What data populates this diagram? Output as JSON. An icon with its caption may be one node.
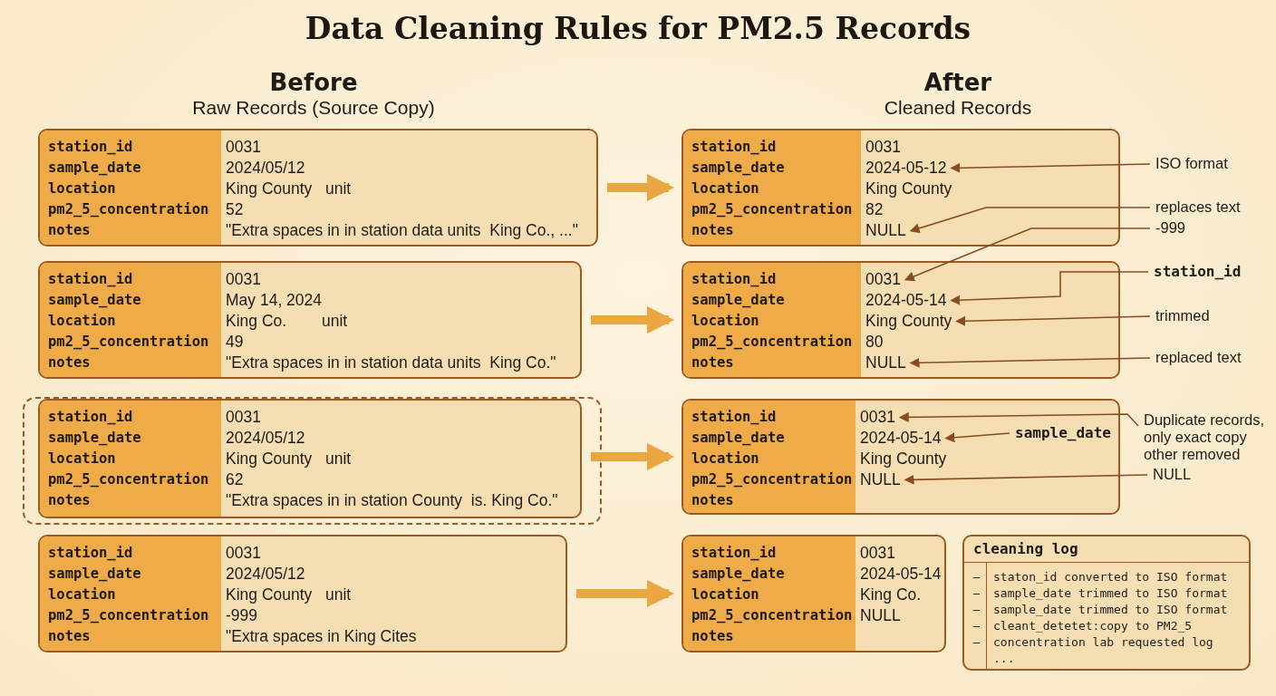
{
  "diagram": {
    "title": "Data Cleaning Rules for PM2.5 Records",
    "nodes": [
      {
        "text": [
          "station_id",
          "0031",
          "sample_date",
          "2024/05/12",
          "location",
          "King County   unit",
          "pm2_5_concentration",
          "52",
          "notes",
          "\"Extra spaces in in station data units  King Co., ...\""
        ]
      },
      {
        "text": [
          "station_id",
          "0031",
          "sample_date",
          "2024-05-12",
          "location",
          "King County",
          "pm2_5_concentration",
          "82",
          "notes",
          "NULL"
        ]
      },
      {
        "text": [
          "ISO format"
        ]
      },
      {
        "text": [
          "replaces text"
        ]
      },
      {
        "text": [
          "-999"
        ]
      },
      {
        "text": [
          "station_id",
          "0031",
          "sample_date",
          "May 14, 2024",
          "location",
          "King Co.        unit",
          "pm2_5_concentration",
          "49",
          "notes",
          "\"Extra spaces in in station data units  King Co.\""
        ]
      },
      {
        "text": [
          "station_id",
          "0031",
          "sample_date",
          "2024-05-14",
          "location",
          "King County",
          "pm2_5_concentration",
          "80",
          "notes",
          "NULL"
        ]
      },
      {
        "text": [
          "station_id"
        ]
      },
      {
        "text": [
          "trimmed"
        ]
      },
      {
        "text": [
          "replaced text"
        ]
      },
      {
        "text": [],
        "shape": "box"
      },
      {
        "text": [
          "station_id",
          "0031",
          "sample_date",
          "2024/05/12",
          "location",
          "King County   unit",
          "pm2_5_concentration",
          "62",
          "notes",
          "\"Extra spaces in in station County  is. King Co.\""
        ],
        "in": 10
      },
      {
        "text": [
          "station_id",
          "0031",
          "sample_date",
          "2024-05-14",
          "location",
          "King County",
          "pm2_5_concentration",
          "NULL",
          "notes"
        ]
      },
      {
        "text": [
          "Duplicate records, only exact copy other removed"
        ]
      },
      {
        "text": [
          "sample_date"
        ],
        "in": 12
      },
      {
        "text": [
          "NULL"
        ]
      },
      {
        "text": [
          "station_id",
          "0031",
          "sample_date",
          "2024/05/12",
          "location",
          "King County   unit",
          "pm2_5_concentration",
          "-999",
          "notes",
          "\"Extra spaces in King Cites"
        ]
      },
      {
        "text": [
          "station_id",
          "0031",
          "sample_date",
          "2024-05-14",
          "location",
          "King Co.",
          "pm2_5_concentration",
          "NULL",
          "notes"
        ]
      },
      {
        "text": [
          "cleaning log",
          "staton_id converted to ISO format",
          "sample_date trimmed to ISO format",
          "sample_date trimmed to ISO format",
          "cleant_detetet:copy to PM2_5",
          "concentration lab requested log",
          "..."
        ]
      }
    ],
    "edges": [
      {
        "from": 0,
        "to": 1,
        "arrow": "to",
        "style": "thick",
        "color": "#eaa640"
      },
      {
        "from": 2,
        "to": 1,
        "arrow": "to"
      },
      {
        "from": 3,
        "to": 1,
        "arrow": "to"
      },
      {
        "from": 4,
        "to": 6,
        "arrow": "to"
      },
      {
        "from": 5,
        "to": 6,
        "arrow": "to",
        "style": "thick",
        "color": "#eaa640"
      },
      {
        "from": 7,
        "to": 6,
        "arrow": "to"
      },
      {
        "from": 8,
        "to": 6,
        "arrow": "to"
      },
      {
        "from": 9,
        "to": 6,
        "arrow": "to"
      },
      {
        "from": 11,
        "to": 12,
        "arrow": "to",
        "style": "thick",
        "color": "#eaa640"
      },
      {
        "from": 13,
        "to": 12,
        "arrow": "to"
      },
      {
        "from": 14,
        "to": 12,
        "arrow": "to"
      },
      {
        "from": 15,
        "to": 12,
        "arrow": "to"
      },
      {
        "from": 16,
        "to": 17,
        "arrow": "to",
        "style": "thick",
        "color": "#eaa640"
      }
    ],
    "labels": [
      "Before",
      "Raw Records (Source Copy)",
      "After",
      "Cleaned Records"
    ]
  }
}
